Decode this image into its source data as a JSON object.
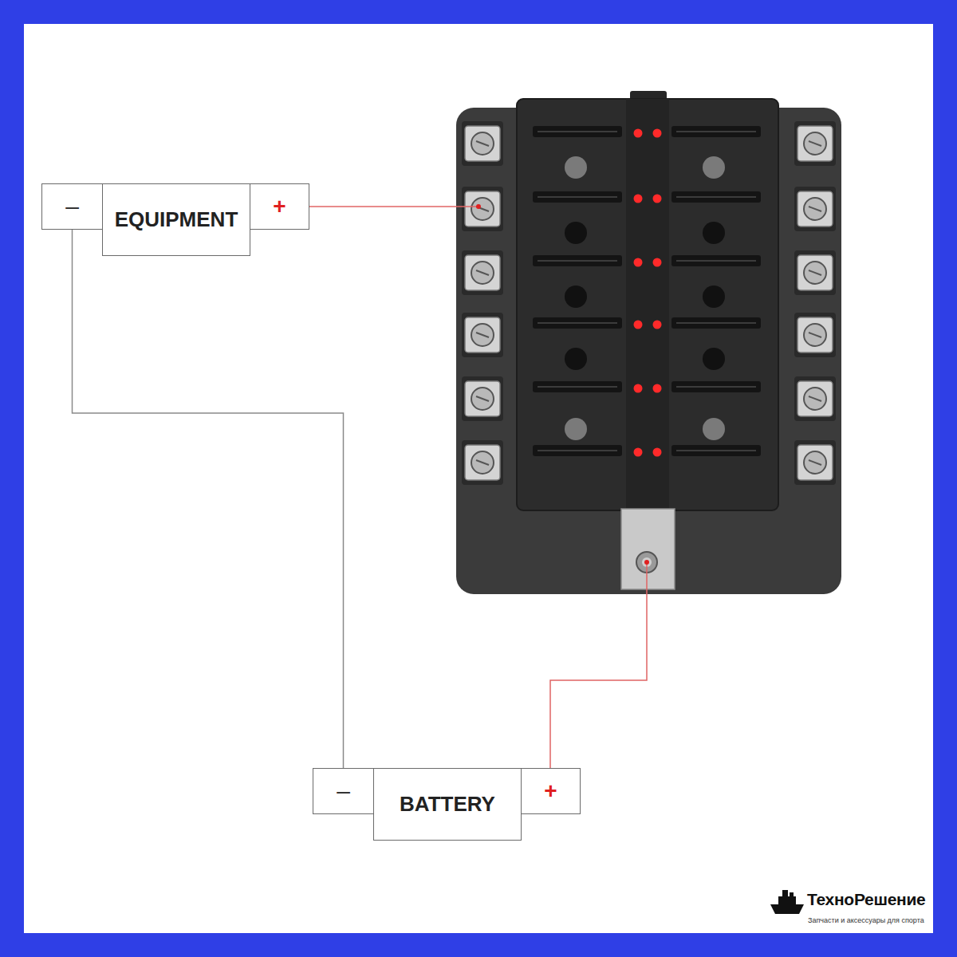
{
  "diagram": {
    "nodes": [
      {
        "text": [
          "–"
        ]
      },
      {
        "text": [
          "EQUIPMENT"
        ]
      },
      {
        "text": [
          "+"
        ]
      },
      {
        "text": [
          "–"
        ]
      },
      {
        "text": [
          "BATTERY"
        ]
      },
      {
        "text": [
          "+"
        ]
      }
    ],
    "edges": [
      {
        "from": 0,
        "to": 3,
        "arrow": "none"
      }
    ],
    "labels": [
      "ТехноРешение",
      "Запчасти и аксессуары для спорта"
    ]
  }
}
